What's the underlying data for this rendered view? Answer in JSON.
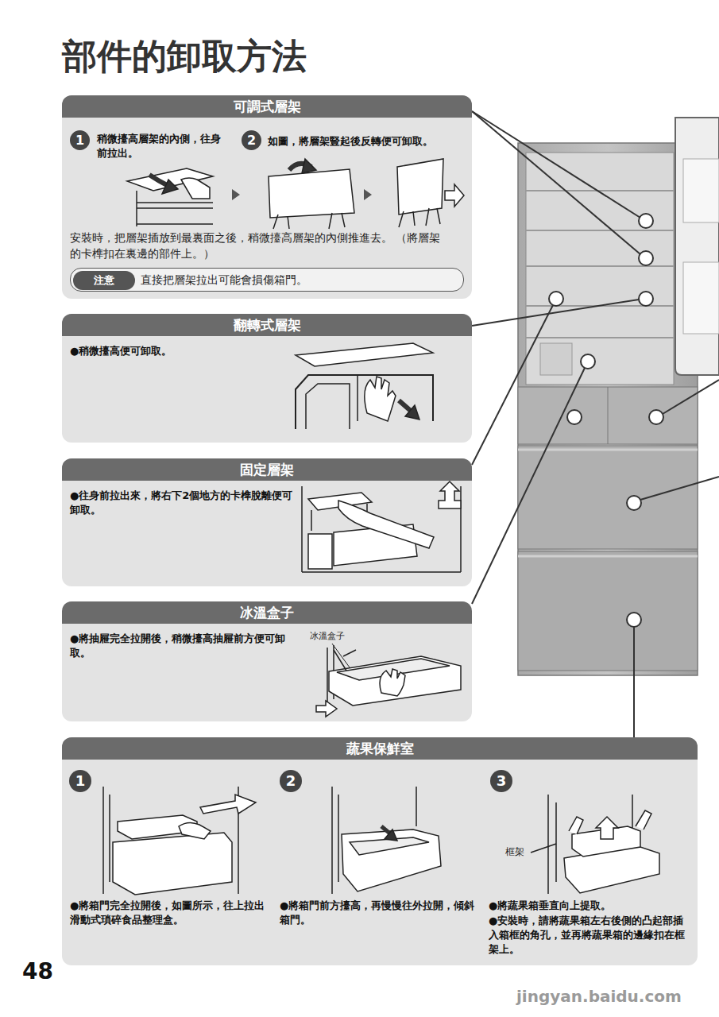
{
  "diagram": {
    "title": "部件的卸取方法",
    "nodes": [
      {
        "text": [
          "可調式層架",
          "稍微擡高層架的內側，往身前拉出。",
          "如圖，將層架豎起後反轉便可卸取。",
          "安裝時，把層架插放到最裏面之後，稍微擡高層架的內側推進去。 （將層架的卡榫扣在裏邊的部件上。）"
        ]
      },
      {
        "text": [
          "1"
        ],
        "in": 0
      },
      {
        "text": [
          "2"
        ],
        "in": 0
      },
      {
        "text": [
          "直接把層架拉出可能會損傷箱門。"
        ],
        "in": 0
      },
      {
        "text": [
          "注意"
        ],
        "in": 3
      },
      {
        "text": [
          "翻轉式層架",
          "●稍微擡高便可卸取。"
        ]
      },
      {
        "text": [
          "固定層架",
          "●往身前拉出來，將右下2個地方的卡榫脫離便可卸取。"
        ]
      },
      {
        "text": [
          "冰溫盒子",
          "●將抽屜完全拉開後，稍微擡高抽屜前方便可卸取。"
        ]
      },
      {
        "text": [
          "蔬果保鮮室",
          "●將箱門完全拉開後，如圖所示，往上拉出滑動式瑣碎食品整理盒。",
          "●將箱門前方擡高，再慢慢往外拉開，傾斜箱門。",
          "●將蔬果箱垂直向上提取。",
          "●安裝時，請將蔬果箱左右後側的凸起部插入箱框的角孔，並再將蔬果箱的邊緣扣在框架上。"
        ]
      },
      {
        "text": [
          "1"
        ],
        "in": 8
      },
      {
        "text": [
          "2"
        ],
        "in": 8
      },
      {
        "text": [
          "3"
        ],
        "in": 8
      }
    ],
    "labels": [
      "冰溫盒子",
      "框架",
      "48",
      "jingyan.baidu.com"
    ]
  }
}
